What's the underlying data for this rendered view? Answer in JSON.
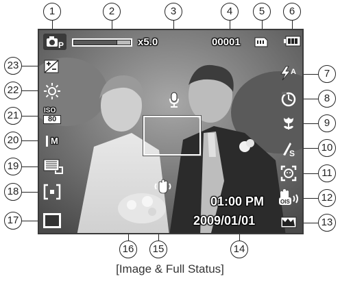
{
  "screen": {
    "zoom_label": "x5.0",
    "frame_counter": "00001",
    "time": "01:00 PM",
    "date": "2009/01/01",
    "iso_label": "ISO",
    "iso_value": "80",
    "size_label": "M"
  },
  "callouts": [
    "1",
    "2",
    "3",
    "4",
    "5",
    "6",
    "7",
    "8",
    "9",
    "10",
    "11",
    "12",
    "13",
    "14",
    "15",
    "16",
    "17",
    "18",
    "19",
    "20",
    "21",
    "22",
    "23"
  ],
  "caption": "[Image & Full Status]"
}
